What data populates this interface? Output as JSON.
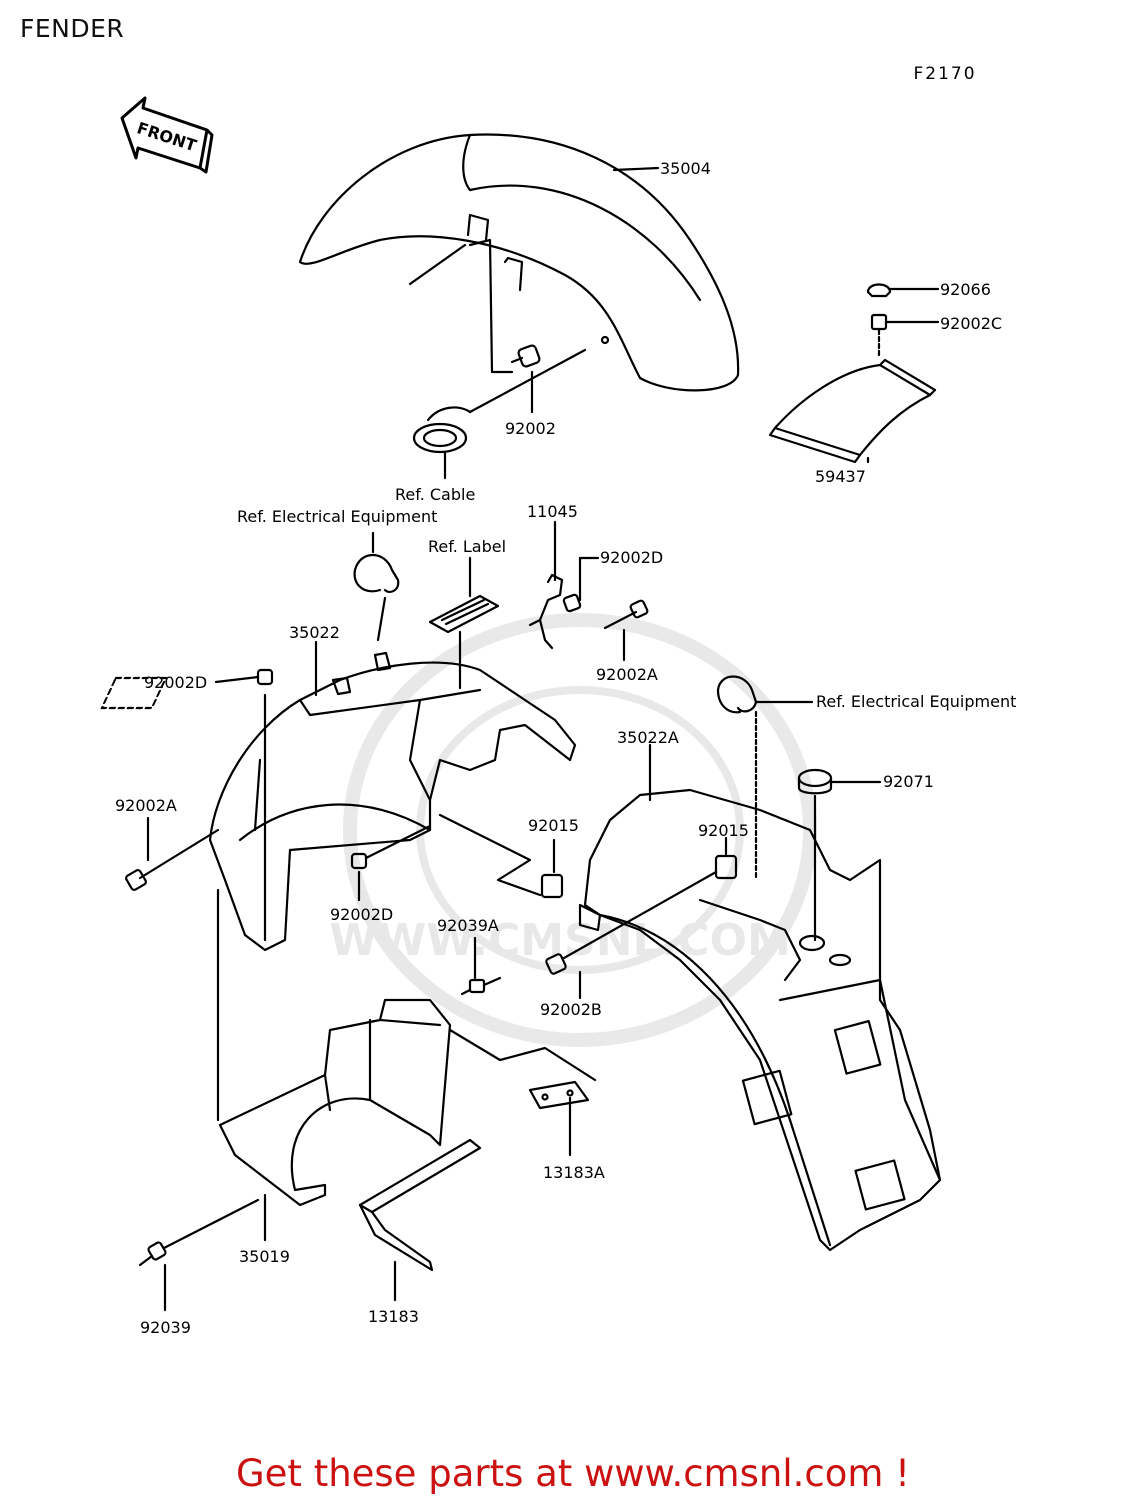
{
  "title": "FENDER",
  "diagram_code": "F2170",
  "front_label": "FRONT",
  "promo_text": "Get these parts at www.cmsnl.com !",
  "watermark": "WWW.CMSNL.COM",
  "colors": {
    "promo": "#cc1111",
    "line": "#000000",
    "watermark": "#d8d8d8"
  },
  "callouts": {
    "c35004": "35004",
    "c92066": "92066",
    "c92002C": "92002C",
    "c92002": "92002",
    "c59437": "59437",
    "ref_cable": "Ref. Cable",
    "ref_elec_1": "Ref. Electrical Equipment",
    "c11045": "11045",
    "ref_label": "Ref. Label",
    "c92002D_1": "92002D",
    "c35022": "35022",
    "c92002A_1": "92002A",
    "c92002D_2": "92002D",
    "ref_elec_2": "Ref. Electrical Equipment",
    "c35022A": "35022A",
    "c92071": "92071",
    "c92002A_2": "92002A",
    "c92015_1": "92015",
    "c92015_2": "92015",
    "c92002D_3": "92002D",
    "c92039A": "92039A",
    "c92002B": "92002B",
    "c13183A": "13183A",
    "c35019": "35019",
    "c92039": "92039",
    "c13183": "13183"
  }
}
